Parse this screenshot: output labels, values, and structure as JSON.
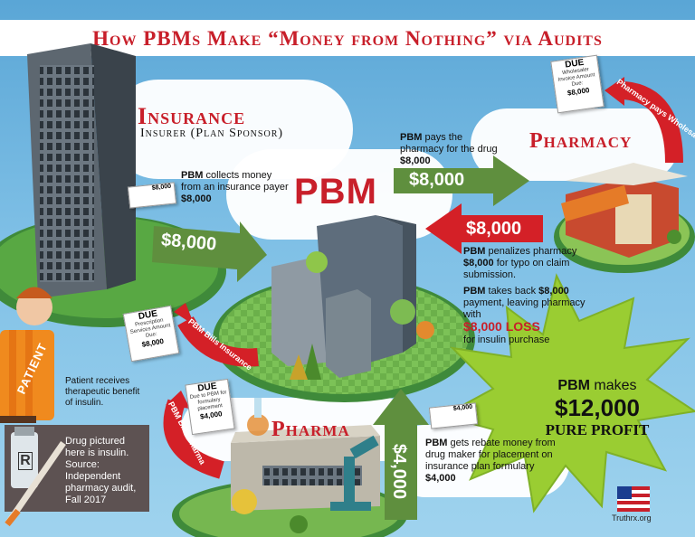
{
  "title": "How PBMs Make “Money from Nothing” via Audits",
  "insurance": {
    "heading": "Insurance",
    "subheading": "Insurer (Plan Sponsor)"
  },
  "pbm": {
    "heading": "PBM"
  },
  "pharmacy": {
    "heading": "Pharmacy"
  },
  "pharma": {
    "heading": "Pharma"
  },
  "captions": {
    "pbm_collects": {
      "bold": "PBM",
      "text": " collects money from an insurance payer",
      "amount": "$8,000"
    },
    "pbm_pays": {
      "bold": "PBM",
      "text": " pays the pharmacy for the drug",
      "amount": "$8,000"
    },
    "pbm_penalizes": {
      "bold": "PBM",
      "text": " penalizes pharmacy",
      "amount": "$8,000",
      "text2": "for typo on claim submission."
    },
    "pbm_takes_back": {
      "bold": "PBM",
      "text": " takes back",
      "amount": "$8,000",
      "text2": "payment, leaving pharmacy with",
      "loss": "$8,000 LOSS",
      "text3": "for insulin purchase"
    },
    "patient_receives": "Patient receives therapeutic benefit of insulin.",
    "pbm_rebate": {
      "bold": "PBM",
      "text": " gets rebate money from drug maker for placement on insurance plan formulary",
      "amount": "$4,000"
    }
  },
  "arrows": {
    "insurance_to_pbm": "$8,000",
    "pbm_to_pharmacy": "$8,000",
    "pharmacy_to_pbm": "$8,000",
    "pharma_to_pbm": "$4,000",
    "pharmacy_pays_wholesaler": "Pharmacy pays Wholesaler",
    "pbm_bills_insurance": "PBM Bills Insurance",
    "pbm_bills_pharma": "PBM Bills Pharma"
  },
  "patient": {
    "label": "PATIENT"
  },
  "insulin_note": "Drug pictured here is insulin. Source: Independent pharmacy audit, Fall 2017",
  "vial_label": "R",
  "profit": {
    "bold": "PBM",
    "text": " makes",
    "amount": "$12,000",
    "sub": "PURE PROFIT"
  },
  "logo": "Truthrx.org",
  "docs": {
    "wholesaler": {
      "header": "DUE",
      "text": "Wholesaler Invoice Amount Due:",
      "amount": "$8,000"
    },
    "prescription": {
      "header": "DUE",
      "text": "Prescription Services Amount Due:",
      "amount": "$8,000"
    },
    "pharma": {
      "header": "DUE",
      "text": "Due to PBM for formulary placement",
      "amount": "$4,000"
    },
    "check_insurance": {
      "amount": "$8,000"
    },
    "check_pharma": {
      "amount": "$4,000"
    }
  },
  "colors": {
    "accent_red": "#c81f2a",
    "arrow_green": "#5f8f3e",
    "arrow_red": "#d42027",
    "sky": "#7fc0e6",
    "starburst": "#9acd32"
  }
}
